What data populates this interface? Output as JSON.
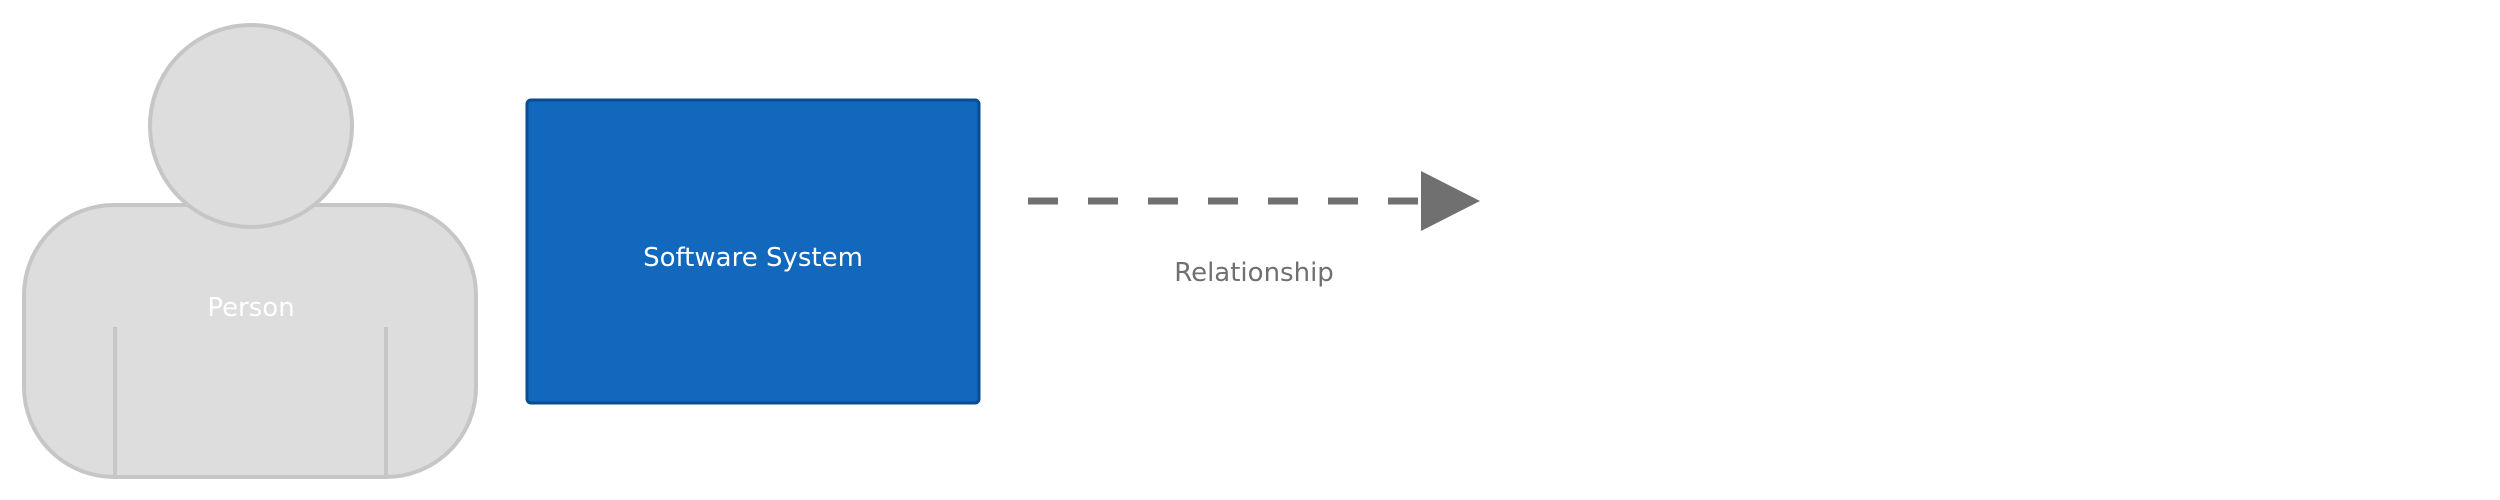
{
  "diagram": {
    "person": {
      "label": "Person",
      "fill": "#dddddd",
      "stroke": "#c6c6c6",
      "text_color": "#ffffff"
    },
    "software_system": {
      "label": "Software System",
      "fill": "#1168bd",
      "stroke": "#0b4d8c",
      "text_color": "#ffffff"
    },
    "relationship": {
      "label": "Relationship",
      "line_color": "#707070",
      "style": "dashed",
      "direction": "right"
    }
  }
}
